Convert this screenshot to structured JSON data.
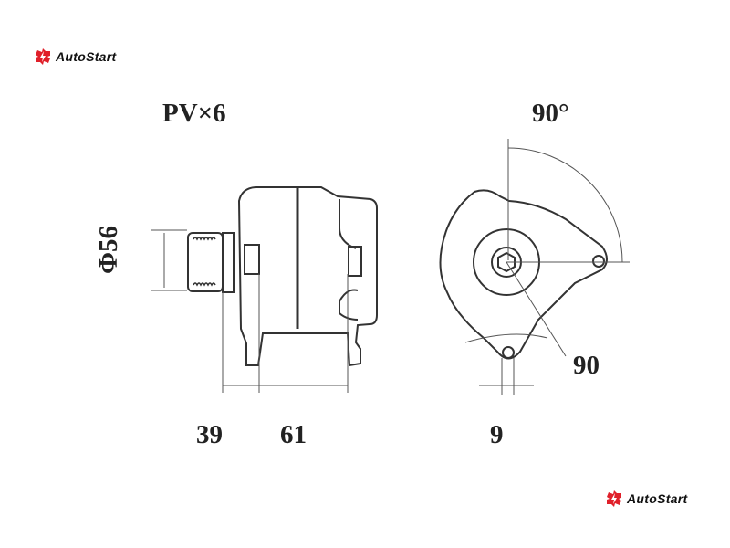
{
  "brand": {
    "name": "AutoStart",
    "color": "#e0202a"
  },
  "labels": {
    "pulley": "PV×6",
    "angle": "90°",
    "diameter": "Φ56",
    "dim_39": "39",
    "dim_61": "61",
    "dim_9": "9",
    "dim_90": "90"
  }
}
